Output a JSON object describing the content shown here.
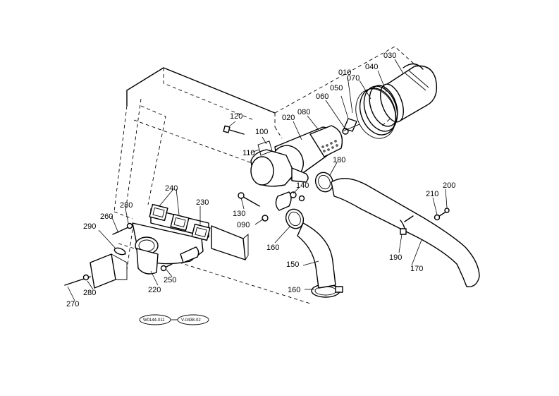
{
  "callouts": [
    {
      "id": "p010",
      "label": "010"
    },
    {
      "id": "p030",
      "label": "030"
    },
    {
      "id": "p040",
      "label": "040"
    },
    {
      "id": "p070",
      "label": "070"
    },
    {
      "id": "p050",
      "label": "050"
    },
    {
      "id": "p060",
      "label": "060"
    },
    {
      "id": "p080",
      "label": "080"
    },
    {
      "id": "p020",
      "label": "020"
    },
    {
      "id": "p120",
      "label": "120"
    },
    {
      "id": "p100",
      "label": "100"
    },
    {
      "id": "p110",
      "label": "110"
    },
    {
      "id": "p180",
      "label": "180"
    },
    {
      "id": "p140",
      "label": "140"
    },
    {
      "id": "p130",
      "label": "130"
    },
    {
      "id": "p090",
      "label": "090"
    },
    {
      "id": "p160a",
      "label": "160"
    },
    {
      "id": "p150",
      "label": "150"
    },
    {
      "id": "p160b",
      "label": "160"
    },
    {
      "id": "p210",
      "label": "210"
    },
    {
      "id": "p200",
      "label": "200"
    },
    {
      "id": "p190",
      "label": "190"
    },
    {
      "id": "p170",
      "label": "170"
    },
    {
      "id": "p240",
      "label": "240"
    },
    {
      "id": "p230",
      "label": "230"
    },
    {
      "id": "p280a",
      "label": "280"
    },
    {
      "id": "p260",
      "label": "260"
    },
    {
      "id": "p290",
      "label": "290"
    },
    {
      "id": "p220",
      "label": "220"
    },
    {
      "id": "p250",
      "label": "250"
    },
    {
      "id": "p280b",
      "label": "280"
    },
    {
      "id": "p270",
      "label": "270"
    }
  ],
  "reference_tags": [
    "W0144-011",
    "V-0438-02"
  ]
}
